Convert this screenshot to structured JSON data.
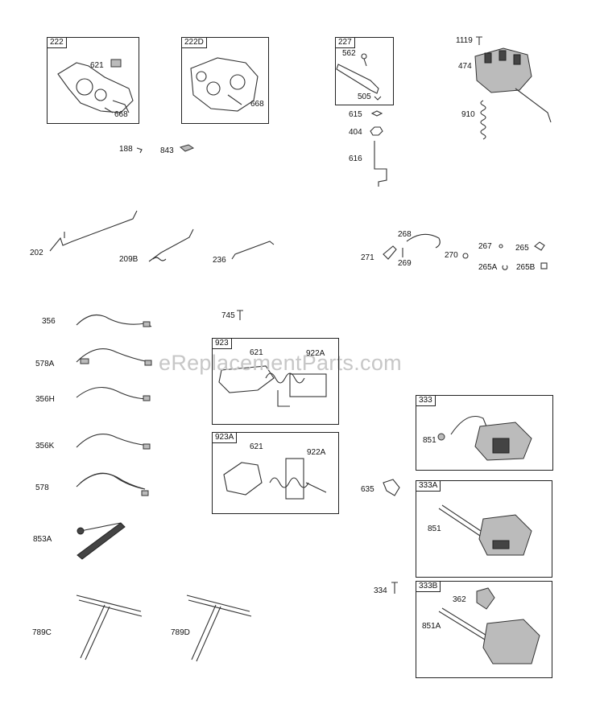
{
  "watermark": "eReplacementParts.com",
  "boxes": [
    {
      "id": "222",
      "parts": [
        "621",
        "668"
      ]
    },
    {
      "id": "222D",
      "parts": [
        "668"
      ]
    },
    {
      "id": "227",
      "parts": [
        "562",
        "505"
      ]
    },
    {
      "id": "923",
      "parts": [
        "621",
        "922A"
      ]
    },
    {
      "id": "923A",
      "parts": [
        "621",
        "922A"
      ]
    },
    {
      "id": "333",
      "parts": [
        "851"
      ]
    },
    {
      "id": "333A",
      "parts": [
        "851"
      ]
    },
    {
      "id": "333B",
      "parts": [
        "362",
        "851A"
      ]
    }
  ],
  "loose_parts": [
    "1119",
    "474",
    "910",
    "615",
    "404",
    "616",
    "188",
    "843",
    "202",
    "209B",
    "236",
    "268",
    "271",
    "269",
    "270",
    "267",
    "265",
    "265A",
    "265B",
    "356",
    "578A",
    "356H",
    "356K",
    "578",
    "853A",
    "745",
    "635",
    "334",
    "789C",
    "789D"
  ]
}
